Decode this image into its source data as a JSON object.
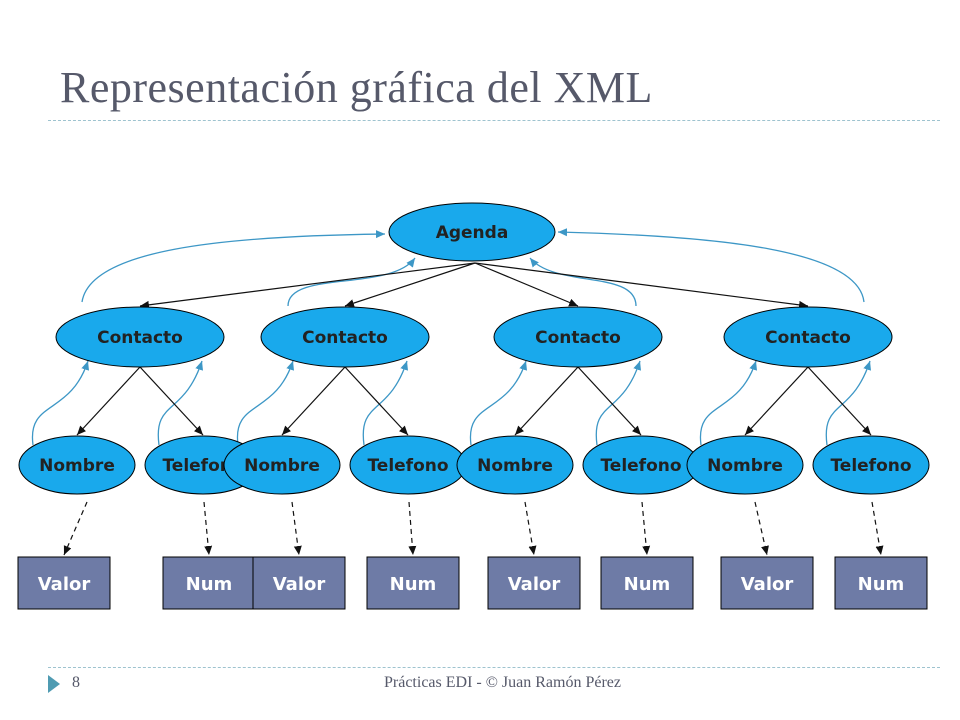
{
  "slide": {
    "title": "Representación gráfica del XML",
    "page_number": "8",
    "footer": "Prácticas EDI - © Juan Ramón Pérez"
  },
  "colors": {
    "ellipse_fill": "#19a9ec",
    "box_fill": "#6e7ba6",
    "edge": "#111111",
    "back_arrow": "#3d97c6"
  },
  "diagram": {
    "root": {
      "label": "Agenda"
    },
    "contactos": [
      {
        "label": "Contacto",
        "children": [
          {
            "label": "Nombre",
            "value": "Valor"
          },
          {
            "label": "Telefono",
            "value": "Num"
          }
        ]
      },
      {
        "label": "Contacto",
        "children": [
          {
            "label": "Nombre",
            "value": "Valor"
          },
          {
            "label": "Telefono",
            "value": "Num"
          }
        ]
      },
      {
        "label": "Contacto",
        "children": [
          {
            "label": "Nombre",
            "value": "Valor"
          },
          {
            "label": "Telefono",
            "value": "Num"
          }
        ]
      },
      {
        "label": "Contacto",
        "children": [
          {
            "label": "Nombre",
            "value": "Valor"
          },
          {
            "label": "Telefono",
            "value": "Num"
          }
        ]
      }
    ]
  }
}
